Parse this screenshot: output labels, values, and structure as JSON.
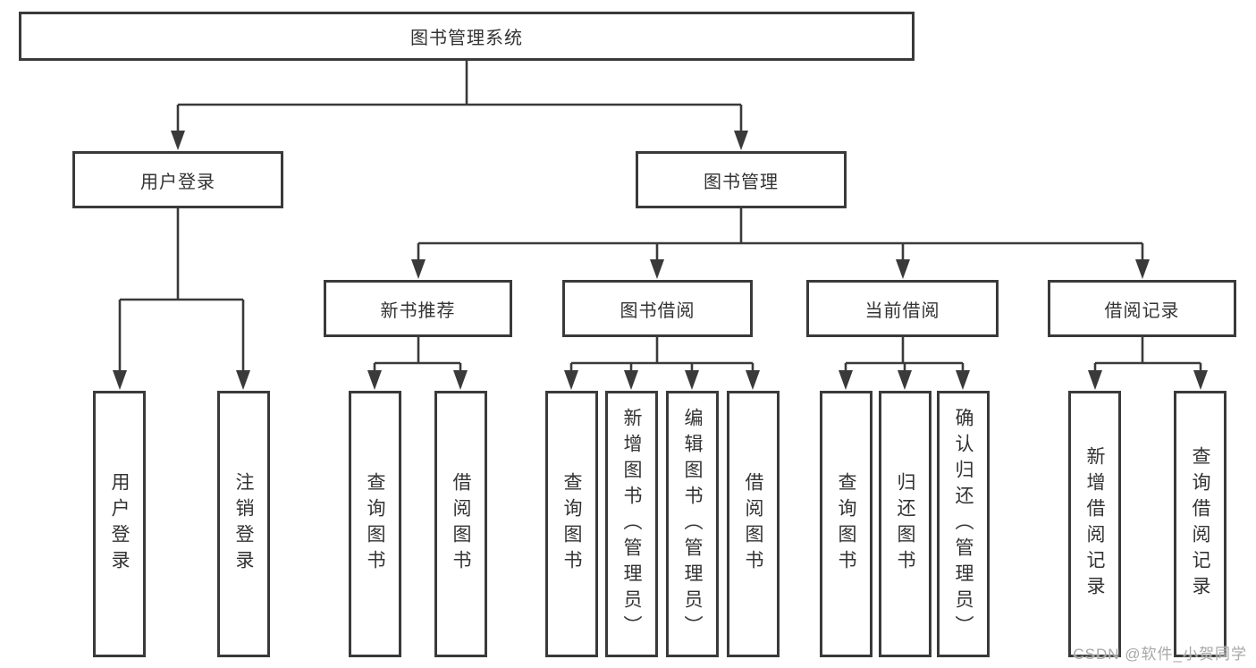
{
  "diagram": {
    "root": {
      "label": "图书管理系统"
    },
    "level2": [
      {
        "label": "用户登录"
      },
      {
        "label": "图书管理"
      }
    ],
    "level3": [
      {
        "label": "新书推荐"
      },
      {
        "label": "图书借阅"
      },
      {
        "label": "当前借阅"
      },
      {
        "label": "借阅记录"
      }
    ],
    "leaves": {
      "user_login": [
        "用户登录",
        "注销登录"
      ],
      "new_book_recommend": [
        "查询图书",
        "借阅图书"
      ],
      "book_borrow": [
        "查询图书",
        "新增图书（管理员）",
        "编辑图书（管理员）",
        "借阅图书"
      ],
      "current_borrow": [
        "查询图书",
        "归还图书",
        "确认归还（管理员）"
      ],
      "borrow_records": [
        "新增借阅记录",
        "查询借阅记录"
      ]
    }
  },
  "watermark": {
    "text": "CSDN @软件_小贺同学"
  },
  "colors": {
    "line": "#3a3a3a",
    "box_border": "#3a3a3a",
    "text": "#333333",
    "background": "#ffffff",
    "watermark": "#a8a8a8"
  }
}
